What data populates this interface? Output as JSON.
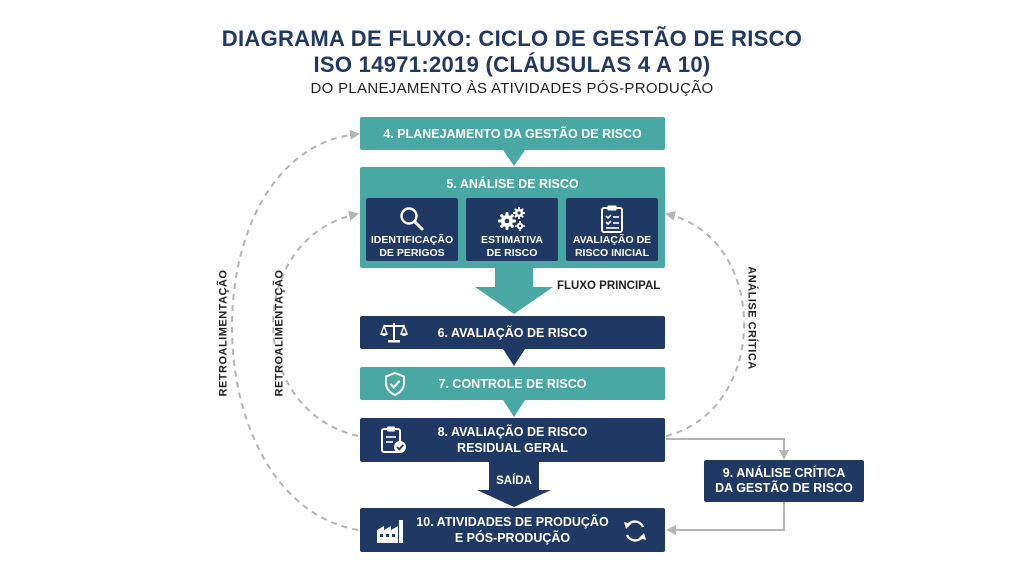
{
  "header": {
    "title_line1": "DIAGRAMA DE FLUXO: CICLO DE GESTÃO DE RISCO",
    "title_line2": "ISO 14971:2019 (CLÁUSULAS 4 A 10)",
    "subtitle": "DO PLANEJAMENTO ÀS ATIVIDADES PÓS-PRODUÇÃO"
  },
  "steps": {
    "s4": "4. PLANEJAMENTO DA GESTÃO DE RISCO",
    "s5": "5. ANÁLISE DE RISCO",
    "s5_items": [
      {
        "line1": "IDENTIFICAÇÃO",
        "line2": "DE PERIGOS",
        "icon": "magnifier-icon"
      },
      {
        "line1": "ESTIMATIVA",
        "line2": "DE RISCO",
        "icon": "gears-icon"
      },
      {
        "line1": "AVALIAÇÃO DE",
        "line2": "RISCO INICIAL",
        "icon": "clipboard-checklist-icon"
      }
    ],
    "s6": "6. AVALIAÇÃO DE RISCO",
    "s7": "7. CONTROLE DE RISCO",
    "s8_line1": "8. AVALIAÇÃO DE RISCO",
    "s8_line2": "RESIDUAL GERAL",
    "s9_line1": "9. ANÁLISE CRÍTICA",
    "s9_line2": "DA GESTÃO DE RISCO",
    "s10_line1": "10. ATIVIDADES DE PRODUÇÃO",
    "s10_line2": "E PÓS-PRODUÇÃO"
  },
  "labels": {
    "main_flow": "FLUXO PRINCIPAL",
    "exit": "SAÍDA",
    "feedback_outer": "RETROALIMENTAÇÃO",
    "feedback_inner": "RETROALIMENTAÇÃO",
    "critical_review": "ANÁLISE CRÍTICA"
  },
  "colors": {
    "navy": "#1f3864",
    "teal": "#4aa8a4",
    "dashed_arrow": "#b5b5b5"
  }
}
